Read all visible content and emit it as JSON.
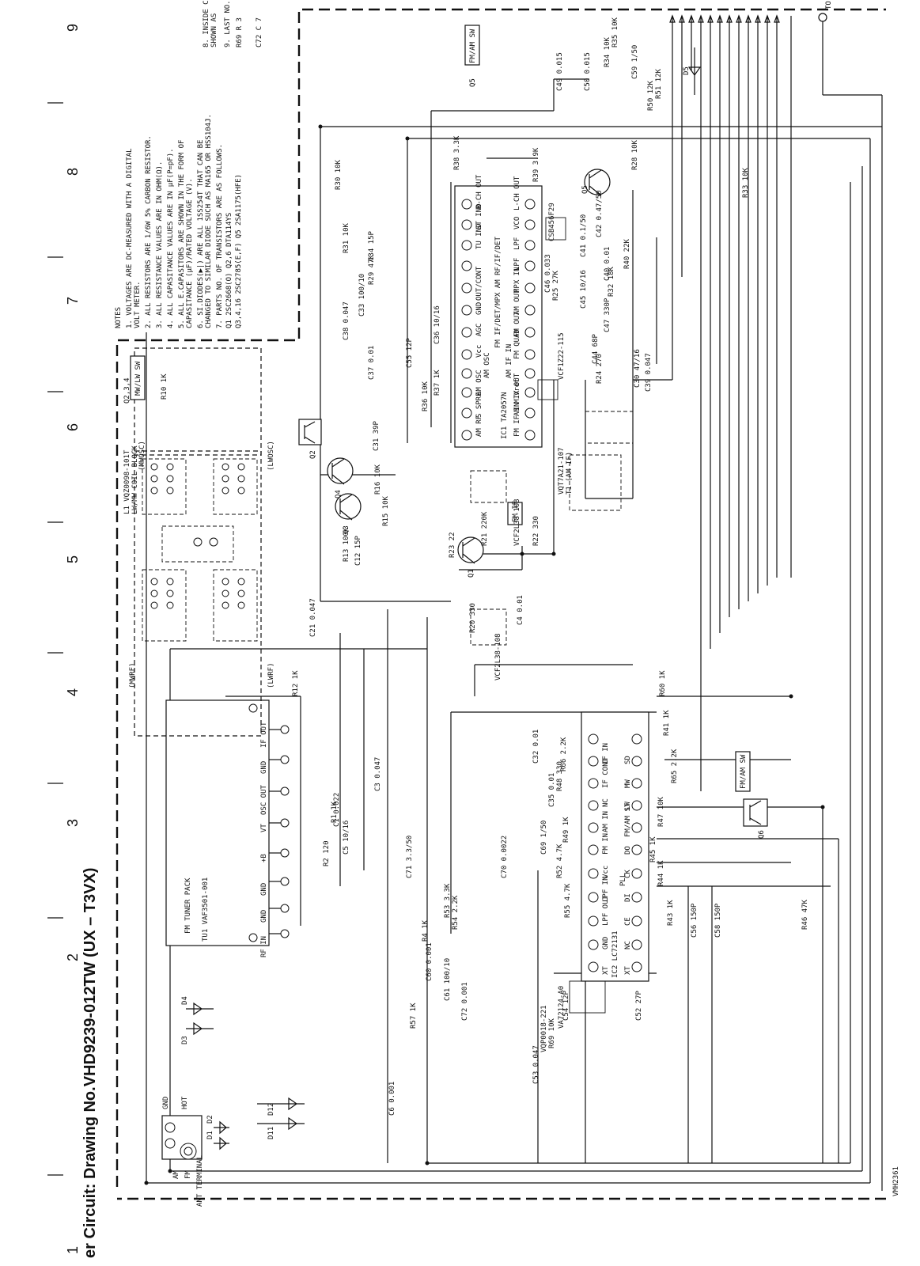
{
  "title": "er Circuit: Drawing No.VHD9239-012TW (UX – T3VX)",
  "grid_numbers": [
    "1",
    "2",
    "3",
    "4",
    "5",
    "6",
    "7",
    "8",
    "9"
  ],
  "drawing_code": "VMH2361",
  "notes": {
    "heading": "NOTES",
    "items": [
      "1.  VOLTAGES ARE DC-MEASURED WITH A DIGITAL",
      "    VOLT METER.",
      "2.  ALL RESISTORS ARE 1/6W 5% CARBON RESISTOR.",
      "3.  ALL RESISTANCE VALUES ARE IN OHM(Ω).",
      "4.  ALL CAPASITANCE VALUES ARE IN μF(P=pF).",
      "5.  ALL E.CAPASITORS ARE SHOWN IN THE FORM OF",
      "    CAPASITANCE (μF)/RATED VOLTAGE (V).",
      "6.  SI.DIODES(▶|) ARE ALL 1SS254T THAT CAN BE",
      "    CHANGED TO SIMILAR DIODE SUCH AS MA165 OR HSS104J.",
      "7.  PARTS NO. OF TRANSISTORS ARE AS FOLLOWS.",
      "    Q1      2SC2668(O)       Q2,6    DTA114YS",
      "    Q3,4,16 2SC2785(E,F)     Q5      2SA1175(HFE)"
    ],
    "extra": [
      "8.  INSIDE C",
      "    SHOWN AS",
      "9.  LAST NO.",
      "R69   R 3",
      "C72   C 7"
    ]
  },
  "blocks": {
    "tuner_pack_title": "FM TUNER PACK",
    "tuner_pack_part": "TU1 VAF3501-001",
    "tuner_pins": [
      "IF OUT",
      "GND",
      "OSC OUT",
      "VT",
      "+B",
      "GND",
      "GND",
      "RF IN"
    ],
    "ic1_label": "IC1 TA2057N",
    "ic1_func": "FM IF/DET/MPX  AM RF/IF/DET",
    "ic1_pins_top": [
      "AM RF",
      "S SPRE",
      "AM OSC",
      "AM OSC",
      "Vcc",
      "AGC",
      "GND",
      "OUT/CONT",
      "TU IND",
      "ST IND",
      "R-CH OUT"
    ],
    "ic1_pins_bottom": [
      "FM IF IN",
      "AM MIX OUT",
      "Vref",
      "AM IF IN",
      "FM QUAD",
      "FM OUT",
      "AM OUT",
      "MPX IN",
      "LPF",
      "LPF",
      "VCO",
      "L-CH OUT"
    ],
    "ic2_label": "IC2 LC72131",
    "ic2_func": "PLL",
    "ic2_pins_top": [
      "XT",
      "GND",
      "LPF OUT",
      "LPF IN",
      "Vcc",
      "FM IN",
      "AM IN",
      "NC",
      "IF CONT",
      "IF IN"
    ],
    "ic2_pins_bottom": [
      "XT",
      "NC",
      "CE",
      "DI",
      "CK",
      "DO",
      "FM/AM ST",
      "LW",
      "MW",
      "SD"
    ],
    "coil_block": "L1  VQZ0098-101T",
    "coil_block2": "LW/MW COIL BLOCK",
    "mw_lw_sw": "MW/LW SW",
    "fm_am_sw": "FM/AM SW",
    "fm_am_sw2": "FM/AM SW",
    "fm_if": "FM IF",
    "t1": "VQT7A21-107",
    "t1b": "T1 (AM IF)",
    "cf1": "VCF2L38-108",
    "cf2": "VCF2L38-108",
    "cf3": "VCF1Z22-115",
    "cf4": "CSB456F29",
    "x1": "VA72124-A0",
    "l4": "VQP0018-221",
    "ant_terminal": "ANT TERMINAL",
    "ant_fm": "FM",
    "ant_am": "AM",
    "ant_gnd": "GND",
    "ant_hot": "HOT",
    "mwosc": "(MWOSC)",
    "lwosc": "(LWOSC)",
    "mwrf": "(MWRF)",
    "lwrf": "(LWRF)",
    "q234": "Q2,3,4",
    "q5": "Q5",
    "to": "TO"
  },
  "components": {
    "r": [
      "R10 1K",
      "R12 1K",
      "R13 100K",
      "R15 10K",
      "R16 10K",
      "R20 330",
      "R21 220K",
      "R22 330",
      "R23 22",
      "R24 270",
      "R25 27K",
      "R28 10K",
      "R29 47K",
      "R30 10K",
      "R31 10K",
      "R32 18K",
      "R33 10K",
      "R34 10K",
      "R35 10K",
      "R36 10K",
      "R37 1K",
      "R38 3.3K",
      "R39 3.9K",
      "R40 22K",
      "R41 1K",
      "R43 1K",
      "R44 1K",
      "R45 1K",
      "R46 47K",
      "R47 10K",
      "R48 330",
      "R49 1K",
      "R50 12K",
      "R51 12K",
      "R52 4.7K",
      "R53 3.3K",
      "R54 2.2K",
      "R55 4.7K",
      "R57 1K",
      "R60 1K",
      "R65 2.2K",
      "R66 2.2K",
      "R69 10K",
      "R2 120",
      "R1 1K",
      "R4 1K"
    ],
    "c": [
      "C1 0.022",
      "C3 0.047",
      "C4 0.01",
      "C5 10/16",
      "C6 0.001",
      "C12 15P",
      "C21 0.047",
      "C30 47/16",
      "C31 39P",
      "C32 0.01",
      "C33 100/10",
      "C34 15P",
      "C35 0.01",
      "C36 10/16",
      "C37 0.01",
      "C38 0.047",
      "C39 0.047",
      "C40 0.01",
      "C41 0.1/50",
      "C42 0.47/50",
      "C44 68P",
      "C45 10/16",
      "C46 0.033",
      "C47 330P",
      "C49 0.015",
      "C50 0.015",
      "C52 27P",
      "C53 0.047",
      "C54 12P",
      "C55 12P",
      "C56 150P",
      "C58 150P",
      "C59 1/50",
      "C60 0.001",
      "C61 100/10",
      "C69 1/50",
      "C70 0.0022",
      "C71 3.3/50",
      "C72 0.001"
    ],
    "q": [
      "Q1",
      "Q2",
      "Q3",
      "Q4",
      "Q5",
      "Q6"
    ],
    "d": [
      "D1",
      "D2",
      "D3",
      "D4",
      "D5",
      "D11",
      "D12"
    ]
  }
}
